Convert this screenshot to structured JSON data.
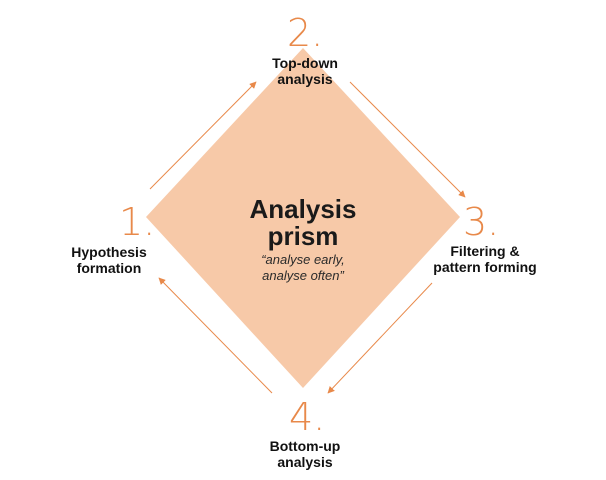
{
  "colors": {
    "prism_fill": "#f7c9a8",
    "accent": "#e8894a",
    "text": "#111111"
  },
  "center": {
    "title_line1": "Analysis",
    "title_line2": "prism",
    "subtitle_line1": "“analyse early,",
    "subtitle_line2": "analyse often”"
  },
  "steps": [
    {
      "number": "1.",
      "label_line1": "Hypothesis",
      "label_line2": "formation"
    },
    {
      "number": "2.",
      "label_line1": "Top-down",
      "label_line2": "analysis"
    },
    {
      "number": "3.",
      "label_line1": "Filtering &",
      "label_line2": "pattern forming"
    },
    {
      "number": "4.",
      "label_line1": "Bottom-up",
      "label_line2": "analysis"
    }
  ],
  "arrows": [
    {
      "from": "1.",
      "to": "2."
    },
    {
      "from": "2.",
      "to": "3."
    },
    {
      "from": "3.",
      "to": "4."
    },
    {
      "from": "4.",
      "to": "1."
    }
  ]
}
